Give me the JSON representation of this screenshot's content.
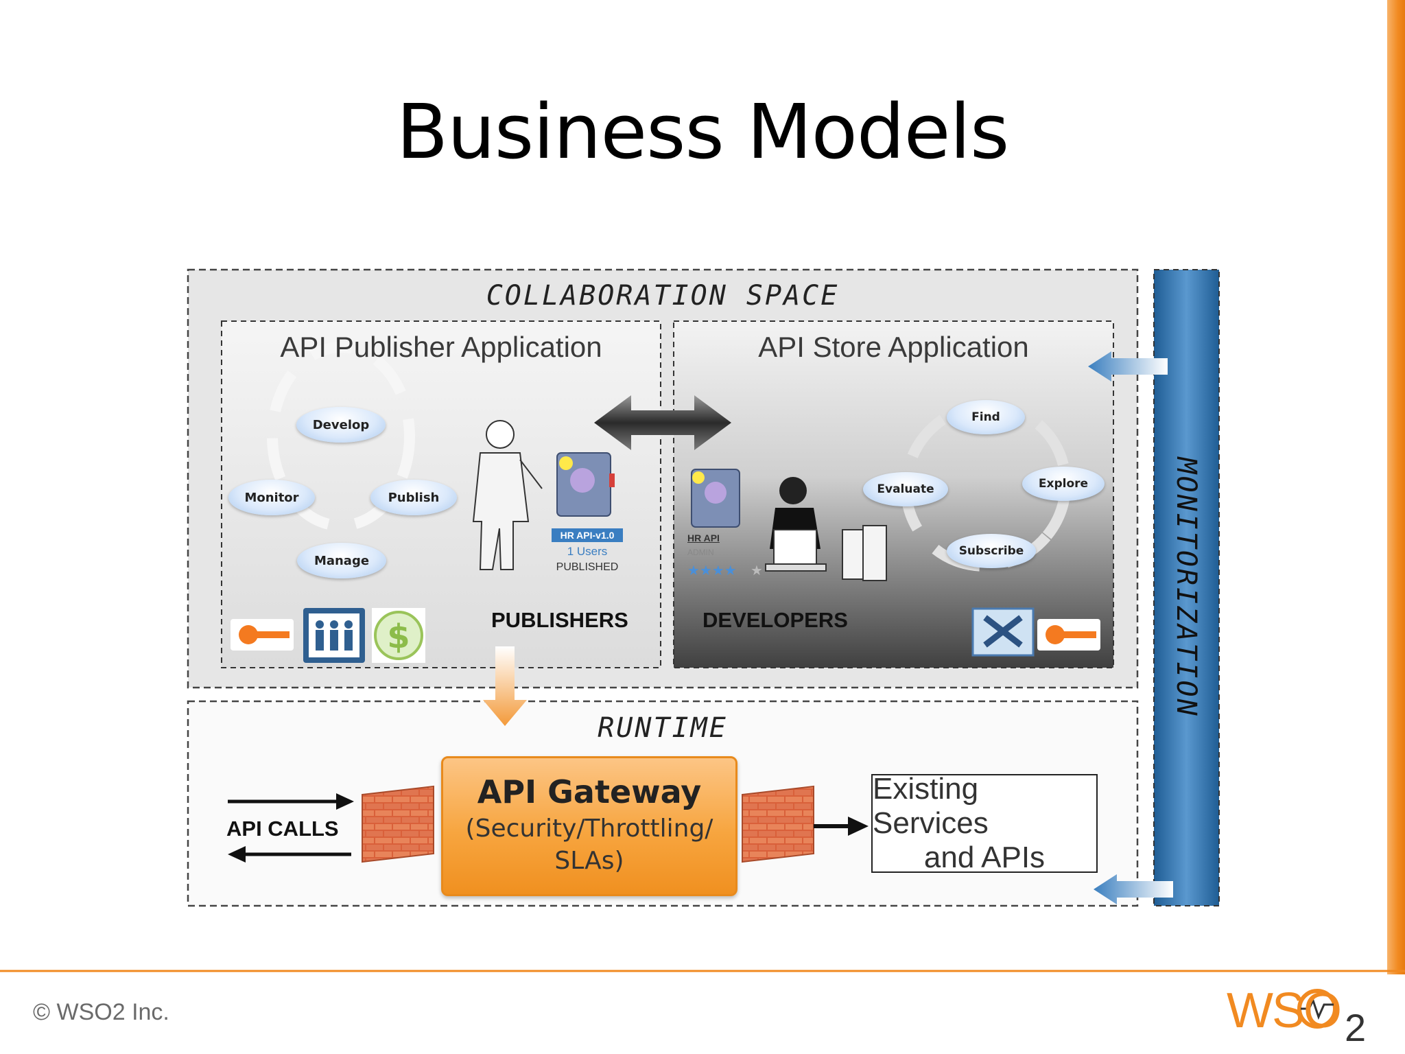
{
  "slide": {
    "title": "Business Models",
    "copyright": "© WSO2 Inc.",
    "logo_text": "WSO",
    "logo_sub": "2"
  },
  "collaboration": {
    "label": "COLLABORATION SPACE",
    "publisher_title": "API Publisher Application",
    "store_title": "API Store Application",
    "publisher_cycle": [
      "Develop",
      "Publish",
      "Manage",
      "Monitor"
    ],
    "store_cycle": [
      "Find",
      "Explore",
      "Subscribe",
      "Evaluate"
    ],
    "publishers_label": "PUBLISHERS",
    "developers_label": "DEVELOPERS",
    "publisher_card": {
      "tag": "HR API-v1.0",
      "users": "1 Users",
      "status": "PUBLISHED"
    },
    "store_card": {
      "name": "HR API",
      "role": "ADMIN"
    }
  },
  "runtime": {
    "label": "RUNTIME",
    "api_calls": "API CALLS",
    "gateway_title": "API Gateway",
    "gateway_line1": "(Security/Throttling/",
    "gateway_line2": "SLAs)",
    "existing_line1": "Existing Services",
    "existing_line2": "and APIs"
  },
  "monitorization": {
    "label": "MONITORIZATION"
  },
  "colors": {
    "accent_orange": "#f18a21",
    "monitor_blue": "#2a6da6",
    "panel_gray": "#e6e6e6"
  }
}
